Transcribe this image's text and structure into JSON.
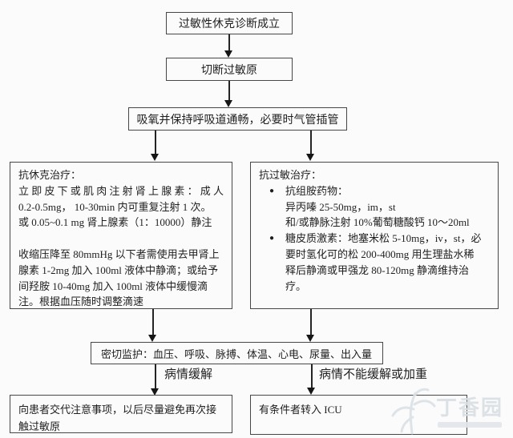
{
  "nodes": {
    "diagnosis": "过敏性休克诊断成立",
    "cut_allergen": "切断过敏原",
    "airway": "吸氧并保持呼吸道通畅，必要时气管插管",
    "anti_shock": {
      "lines": [
        "抗休克治疗：",
        "立即皮下或肌肉注射肾上腺素：成人",
        "0.2-0.5mg， 10-30min 内可重复注射 1 次。",
        "或 0.05~0.1 mg 肾上腺素（1：10000）静注",
        "",
        "收缩压降至 80mmHg 以下者需使用去甲肾上",
        "腺素 1-2mg 加入 100ml 液体中静滴；或给予",
        "间羟胺 10-40mg 加入 100ml 液体中缓慢滴",
        "注。根据血压随时调整滴速"
      ]
    },
    "anti_allergy": {
      "title": "抗过敏治疗：",
      "bullet_icon": "●",
      "bullets": [
        {
          "lines": [
            "抗组胺药物：",
            "异丙嗪 25-50mg，im，st",
            "和/或静脉注射 10%葡萄糖酸钙 10～20ml"
          ]
        },
        {
          "lines": [
            "糖皮质激素：地塞米松 5-10mg，iv，st，必",
            "要时氢化可的松 200-400mg 用生理盐水稀",
            "释后静滴或甲强龙 80-120mg 静滴维持治",
            "疗。"
          ]
        }
      ]
    },
    "monitoring": "密切监护：血压、呼吸、脉搏、体温、心电、尿量、出入量",
    "advice": "向患者交代注意事项，以后尽量避免再次接触过敏原",
    "icu": "有条件者转入 ICU"
  },
  "edge_labels": {
    "relieved": "病情缓解",
    "not_relieved": "病情不能缓解或加重"
  },
  "watermark": {
    "brand": "丁香园"
  },
  "colors": {
    "border": "#474747",
    "text": "#1f1f1f",
    "background": "#fbfbfb",
    "watermark": "#d9dfe4"
  }
}
